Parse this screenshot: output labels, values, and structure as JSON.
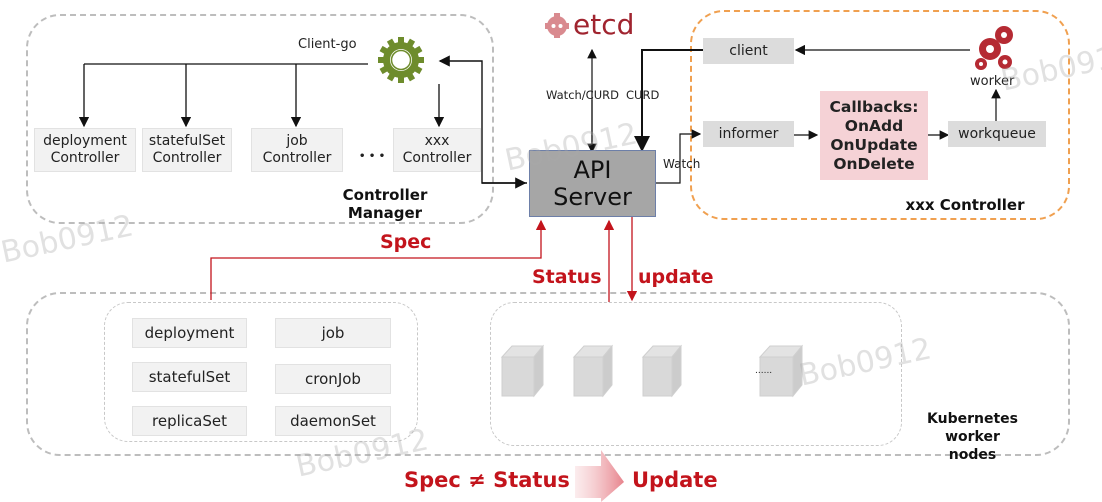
{
  "controller_manager": {
    "title": "Controller Manager",
    "client_label": "Client-go",
    "controllers": [
      {
        "line1": "deployment",
        "line2": "Controller"
      },
      {
        "line1": "statefulSet",
        "line2": "Controller"
      },
      {
        "line1": "job",
        "line2": "Controller"
      },
      {
        "line1": "xxx",
        "line2": "Controller"
      }
    ],
    "ellipsis": "• • •"
  },
  "etcd": {
    "label": "etcd",
    "color": "#a0242f"
  },
  "api_server": {
    "line1": "API",
    "line2": "Server"
  },
  "edges": {
    "watch_curd": "Watch/CURD",
    "curd": "CURD",
    "watch": "Watch"
  },
  "xxx_controller": {
    "title": "xxx Controller",
    "client": "client",
    "informer": "informer",
    "callbacks": [
      "Callbacks:",
      "OnAdd",
      "OnUpdate",
      "OnDelete"
    ],
    "workqueue": "workqueue",
    "worker": "worker"
  },
  "flows": {
    "spec": "Spec",
    "status": "Status",
    "update": "update"
  },
  "resources": {
    "items": [
      "deployment",
      "job",
      "statefulSet",
      "cronJob",
      "replicaSet",
      "daemonSet"
    ]
  },
  "worker_nodes": {
    "title_line1": "Kubernetes worker",
    "title_line2": "nodes",
    "ellipsis": "......"
  },
  "footer": {
    "left": "Spec ≠ Status",
    "right": "Update"
  },
  "watermark": "Bob0912",
  "colors": {
    "accent_red": "#c3141c",
    "gear_green": "#6e8c2c",
    "orange_border": "#f0a050",
    "callback_pink": "#f5d2d6"
  }
}
